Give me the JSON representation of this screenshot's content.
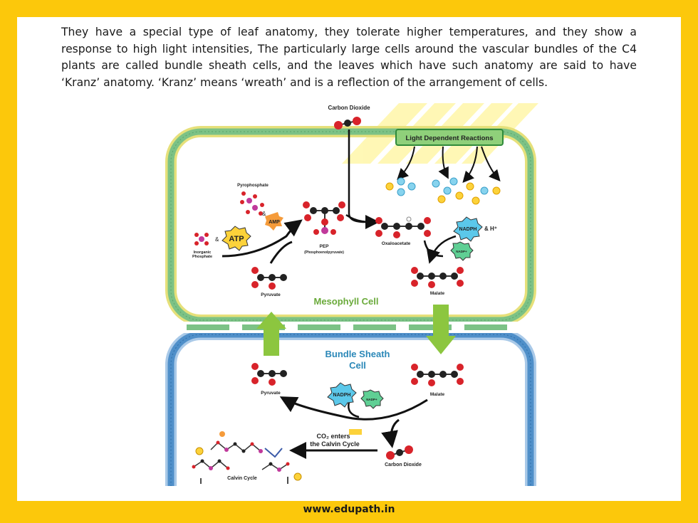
{
  "paragraph": "They have a special type of leaf anatomy, they tolerate higher temperatures, and they show a response to high light intensities, The particularly large cells around the vascular bundles of the C4 plants are called bundle sheath cells, and the leaves which have such anatomy are said to have ‘Kranz’ anatomy. ‘Kranz’ means ‘wreath’ and is a reflection of the arrangement of cells.",
  "footer": "www.edupath.in",
  "diagram": {
    "carbon_dioxide_top": "Carbon Dioxide",
    "light_reactions": "Light Dependent Reactions",
    "pyrophosphate": "Pyrophosphate",
    "amp": "AMP",
    "atp": "ATP",
    "ampersand": "&",
    "inorganic_phosphate_1": "Inorganic",
    "inorganic_phosphate_2": "Phosphate",
    "pep": "PEP",
    "pep_full": "(Phosphoenolpyruvate)",
    "oxaloacetate": "Oxaloacetate",
    "nadph": "NADPH",
    "h_plus": "& H⁺",
    "nadp": "NADP+",
    "pyruvate_top": "Pyruvate",
    "malate_top": "Malate",
    "mesophyll": "Mesophyll Cell",
    "bundle_sheath_1": "Bundle Sheath",
    "bundle_sheath_2": "Cell",
    "pyruvate_bottom": "Pyruvate",
    "malate_bottom": "Malate",
    "nadph_bottom": "NADPH",
    "nadp_bottom": "NADP+",
    "co2_enters_1": "CO₂ enters",
    "co2_enters_2": "the Calvin Cycle",
    "carbon_dioxide_bottom": "Carbon Dioxide",
    "calvin_cycle": "Calvin Cycle"
  },
  "colors": {
    "frame": "#fcc80b",
    "membrane_green": "#7cc286",
    "membrane_blue": "#4f8fc9",
    "arrow_green": "#8cc63f",
    "label_green": "#6aaa3a",
    "atom_red": "#d8232a",
    "atom_black": "#222222"
  }
}
